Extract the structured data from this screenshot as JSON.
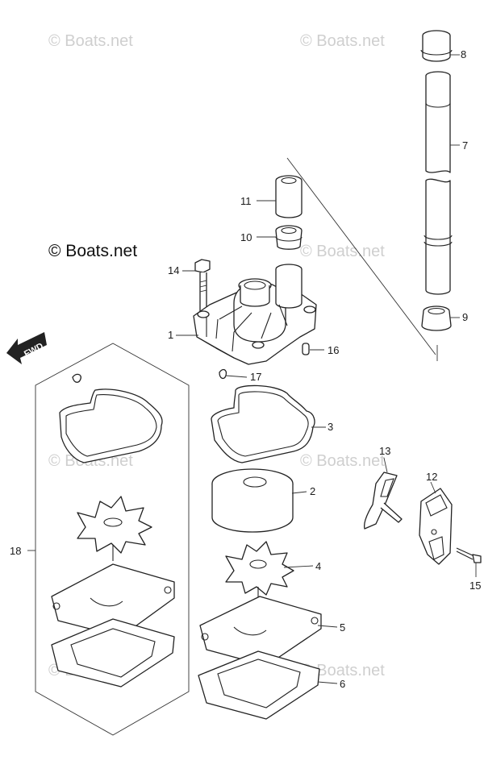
{
  "copyright": "© Boats.net",
  "watermarks": [
    "© Boats.net",
    "© Boats.net",
    "© Boats.net",
    "© Boats.net",
    "© Boats.net",
    "© Boats.net",
    "© Boats.net",
    "© Boats.net"
  ],
  "fwd_label": "FWD",
  "callouts": {
    "p1": "1",
    "p2": "2",
    "p3": "3",
    "p4": "4",
    "p5": "5",
    "p6": "6",
    "p7": "7",
    "p8": "8",
    "p9": "9",
    "p10": "10",
    "p11": "11",
    "p12": "12",
    "p13": "13",
    "p14": "14",
    "p15": "15",
    "p16": "16",
    "p17": "17",
    "p18": "18"
  },
  "colors": {
    "line": "#222222",
    "watermark": "#cfcfcf",
    "background": "#ffffff"
  }
}
